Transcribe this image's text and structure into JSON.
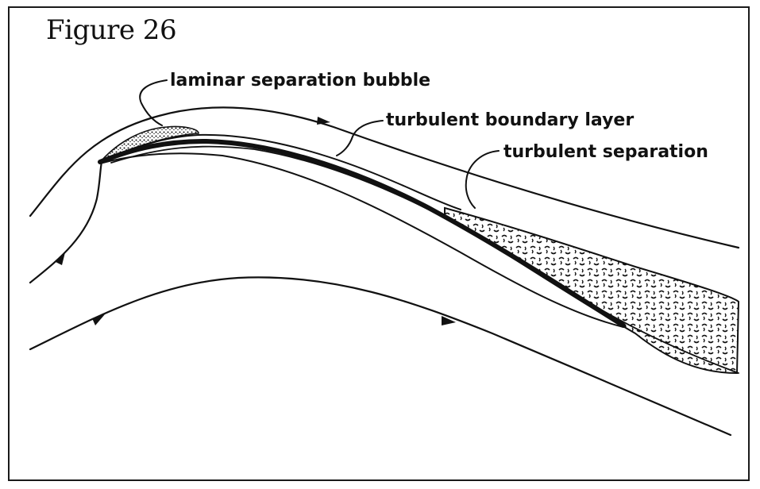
{
  "figure": {
    "title": "Figure 26"
  },
  "labels": {
    "laminar_separation_bubble": "laminar separation bubble",
    "turbulent_boundary_layer": "turbulent boundary layer",
    "turbulent_separation": "turbulent separation"
  },
  "colors": {
    "ink": "#111111",
    "paper": "#ffffff"
  }
}
